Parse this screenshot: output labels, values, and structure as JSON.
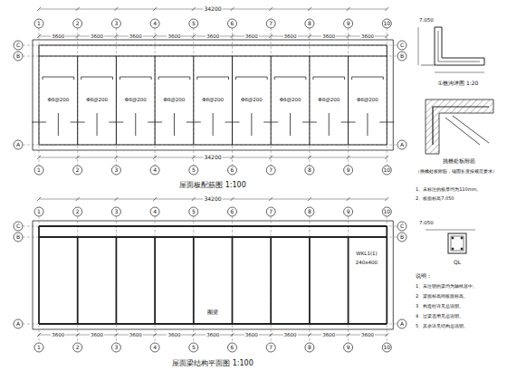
{
  "diagram": {
    "labels": [
      "34200",
      "1",
      "2",
      "3",
      "4",
      "5",
      "6",
      "7",
      "8",
      "9",
      "10",
      "3600",
      "3600",
      "3600",
      "3600",
      "3600",
      "3600",
      "3600",
      "3600",
      "3600",
      "C",
      "B",
      "A",
      "C",
      "B",
      "A",
      "Φ8@200",
      "Φ8@200",
      "Φ8@200",
      "Φ8@200",
      "Φ8@200",
      "Φ8@200",
      "Φ8@200",
      "Φ8@200",
      "Φ8@200",
      "34200",
      "1",
      "2",
      "3",
      "4",
      "5",
      "6",
      "7",
      "8",
      "9",
      "10",
      "屋面板配筋图 1:100",
      "34200",
      "1",
      "2",
      "3",
      "4",
      "5",
      "6",
      "7",
      "8",
      "9",
      "10",
      "C",
      "B",
      "A",
      "C",
      "B",
      "A",
      "WKL1(1)",
      "240x400",
      "圈梁",
      "3600",
      "3600",
      "3600",
      "3600",
      "3600",
      "3600",
      "3600",
      "3600",
      "3600",
      "1",
      "2",
      "3",
      "4",
      "5",
      "6",
      "7",
      "8",
      "9",
      "10",
      "屋面梁结构平面图 1:100",
      "①檐沟详图 1:20",
      "7.050",
      "挑檐处板附筋",
      "（挑檐处板附筋，锚固长度按规范要求）",
      "1、未标注的板厚均为110mm。",
      "2、板面标高7.050",
      "7.050",
      "QL",
      "说明：",
      "1、未注明的梁均为轴线居中。",
      "2、梁面标高同板面标高。",
      "3、构造柱详见总说明。",
      "4、过梁选用见总说明。",
      "5、其余详见结构总说明。"
    ]
  }
}
